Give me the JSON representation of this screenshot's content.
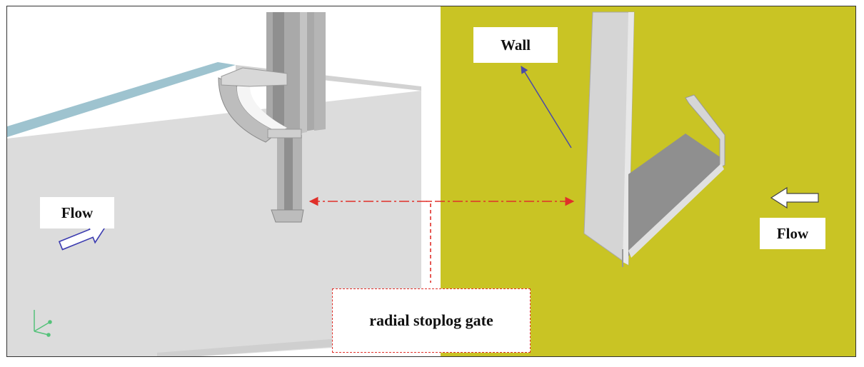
{
  "labels": {
    "flow_left": "Flow",
    "flow_right": "Flow",
    "wall": "Wall",
    "gate": "radial stoplog gate"
  },
  "colors": {
    "channel_floor": "#dcdcdc",
    "channel_wall_top": "#9ec3cf",
    "right_background": "#c9c424",
    "annotation_red": "#e0302a",
    "wall_arrow": "#4a4aa8",
    "flow_arrow_outline": "#3b3bb0"
  },
  "icons": {
    "flow_left_arrow": "arrow-right-outline-icon",
    "flow_right_arrow": "arrow-left-outline-icon",
    "axis_triad": "xyz-axis-triad-icon"
  }
}
